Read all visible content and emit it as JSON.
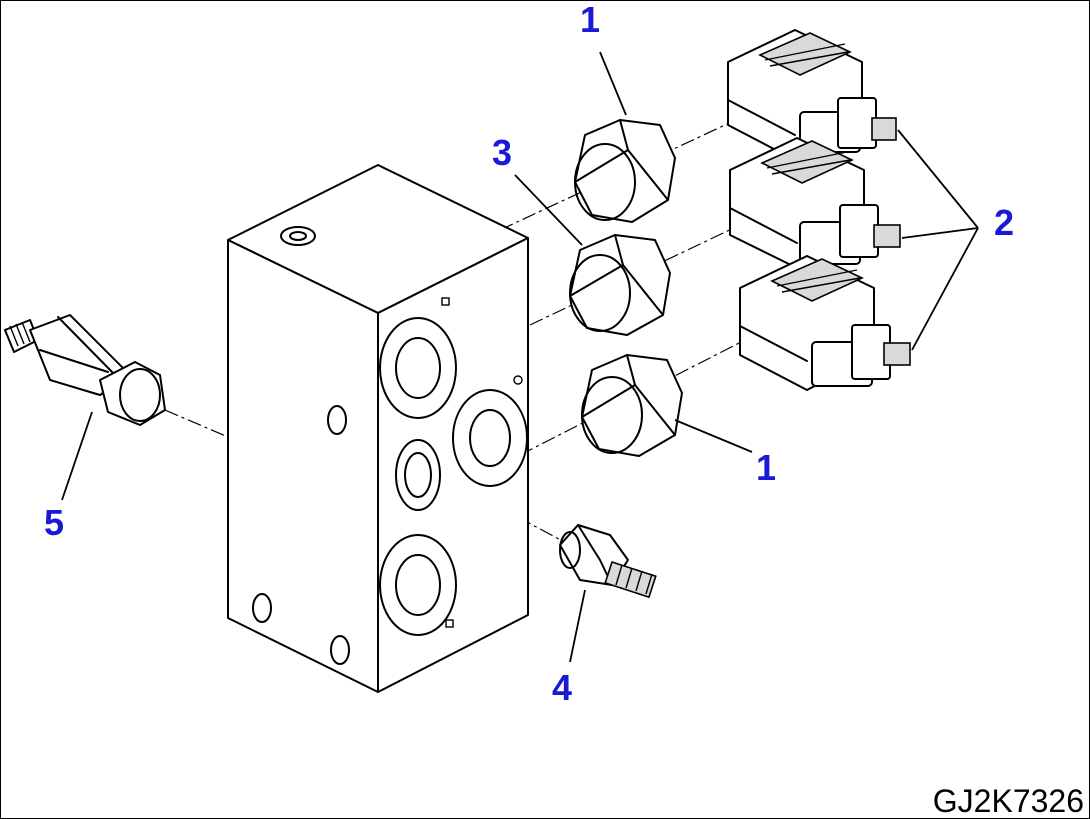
{
  "drawing_id": "GJ2K7326",
  "colors": {
    "callout": "#1a1ad6",
    "line": "#000000",
    "background": "#ffffff"
  },
  "callouts": {
    "plug_top": "1",
    "plug_bottom": "1",
    "solenoid": "2",
    "plug_middle": "3",
    "pressure_switch": "4",
    "relief_valve": "5"
  }
}
